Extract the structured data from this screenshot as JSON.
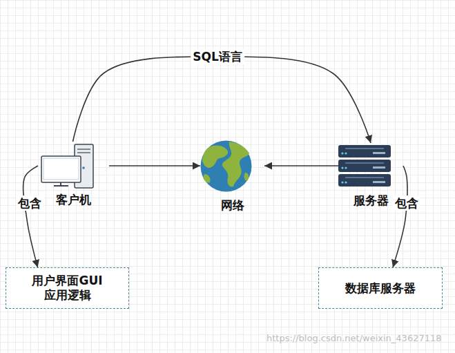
{
  "diagram": {
    "nodes": [
      {
        "text": [
          "客户机"
        ]
      },
      {
        "text": [
          "网络"
        ]
      },
      {
        "text": [
          "服务器"
        ]
      },
      {
        "text": [
          "用户界面GUI 应用逻辑"
        ]
      },
      {
        "text": [
          "数据库服务器"
        ]
      }
    ],
    "edges": [
      {
        "from": 0,
        "to": 2,
        "label": "SQL语言",
        "arrow": "to"
      },
      {
        "from": 0,
        "to": 1,
        "arrow": "to"
      },
      {
        "from": 2,
        "to": 1,
        "arrow": "to"
      },
      {
        "from": 0,
        "to": 3,
        "label": "包含",
        "arrow": "to"
      },
      {
        "from": 2,
        "to": 4,
        "label": "包含",
        "arrow": "to"
      }
    ],
    "labels": [
      "https://blog.csdn.net/weixin_43627118"
    ]
  }
}
